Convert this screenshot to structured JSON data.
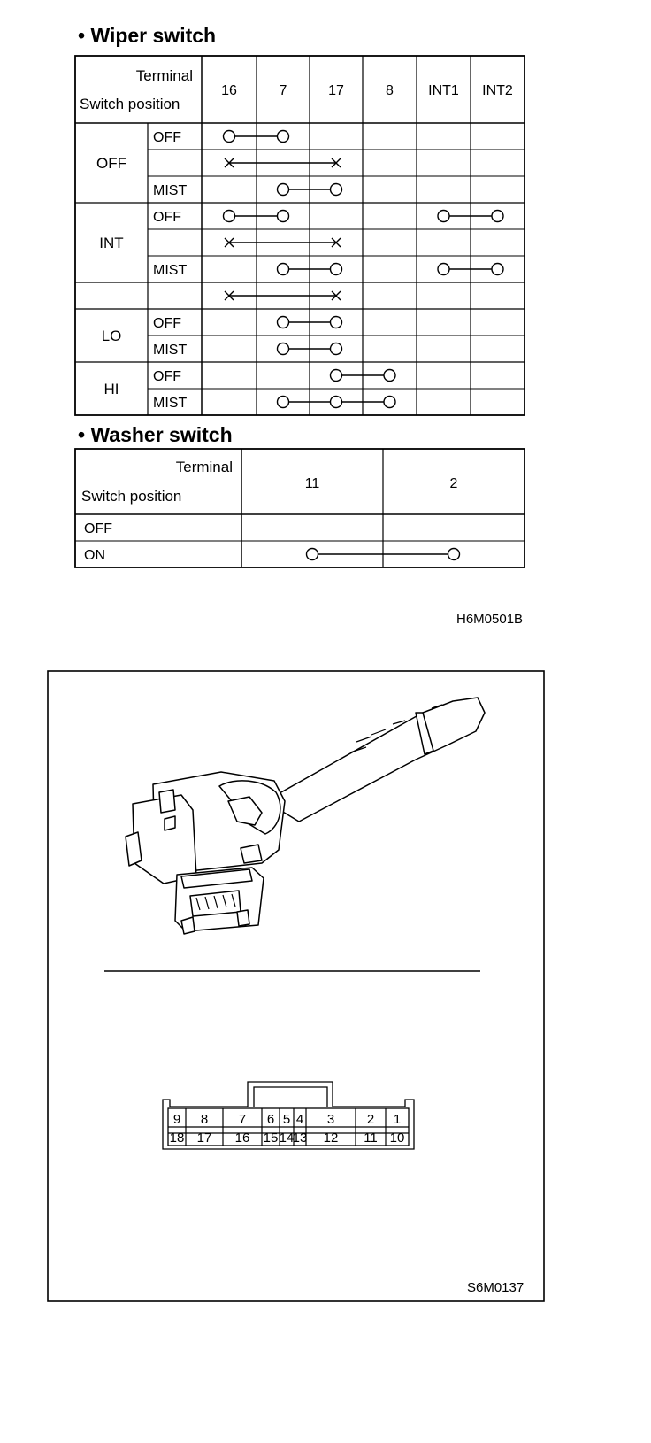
{
  "wiper": {
    "title": "• Wiper switch",
    "header_terminal": "Terminal",
    "header_switch_position": "Switch position",
    "terminals": [
      "16",
      "7",
      "17",
      "8",
      "INT1",
      "INT2"
    ],
    "groups": [
      {
        "label": "OFF",
        "rows": 3
      },
      {
        "label": "INT",
        "rows": 3
      },
      {
        "label": "",
        "rows": 1
      },
      {
        "label": "LO",
        "rows": 2
      },
      {
        "label": "HI",
        "rows": 2
      }
    ],
    "rows": [
      {
        "sub": "OFF",
        "connections": [
          {
            "from": "16",
            "to": "7",
            "marker": "circle"
          }
        ]
      },
      {
        "sub": "",
        "connections": [
          {
            "from": "16",
            "to": "17",
            "marker": "cross"
          }
        ]
      },
      {
        "sub": "MIST",
        "connections": [
          {
            "from": "7",
            "to": "17",
            "marker": "circle"
          }
        ]
      },
      {
        "sub": "OFF",
        "connections": [
          {
            "from": "16",
            "to": "7",
            "marker": "circle"
          },
          {
            "from": "INT1",
            "to": "INT2",
            "marker": "circle"
          }
        ]
      },
      {
        "sub": "",
        "connections": [
          {
            "from": "16",
            "to": "17",
            "marker": "cross"
          }
        ]
      },
      {
        "sub": "MIST",
        "connections": [
          {
            "from": "7",
            "to": "17",
            "marker": "circle"
          },
          {
            "from": "INT1",
            "to": "INT2",
            "marker": "circle"
          }
        ]
      },
      {
        "sub": "",
        "connections": [
          {
            "from": "16",
            "to": "17",
            "marker": "cross"
          }
        ]
      },
      {
        "sub": "OFF",
        "connections": [
          {
            "from": "7",
            "to": "17",
            "marker": "circle"
          }
        ]
      },
      {
        "sub": "MIST",
        "connections": [
          {
            "from": "7",
            "to": "17",
            "marker": "circle"
          }
        ]
      },
      {
        "sub": "OFF",
        "connections": [
          {
            "from": "17",
            "to": "8",
            "marker": "circle"
          }
        ]
      },
      {
        "sub": "MIST",
        "connections": [
          {
            "from": "7",
            "to": "8",
            "marker": "circle",
            "via": [
              "17"
            ]
          }
        ]
      }
    ]
  },
  "washer": {
    "title": "• Washer switch",
    "header_terminal": "Terminal",
    "header_switch_position": "Switch position",
    "terminals": [
      "11",
      "2"
    ],
    "rows": [
      {
        "label": "OFF",
        "connections": []
      },
      {
        "label": "ON",
        "connections": [
          {
            "from": "11",
            "to": "2",
            "marker": "circle"
          }
        ]
      }
    ]
  },
  "figure_code_1": "H6M0501B",
  "figure_code_2": "S6M0137",
  "connector": {
    "top_row": [
      "9",
      "8",
      "7",
      "6",
      "5",
      "4",
      "3",
      "2",
      "1"
    ],
    "bottom_row": [
      "18",
      "17",
      "16",
      "15",
      "14",
      "13",
      "12",
      "11",
      "10"
    ]
  }
}
